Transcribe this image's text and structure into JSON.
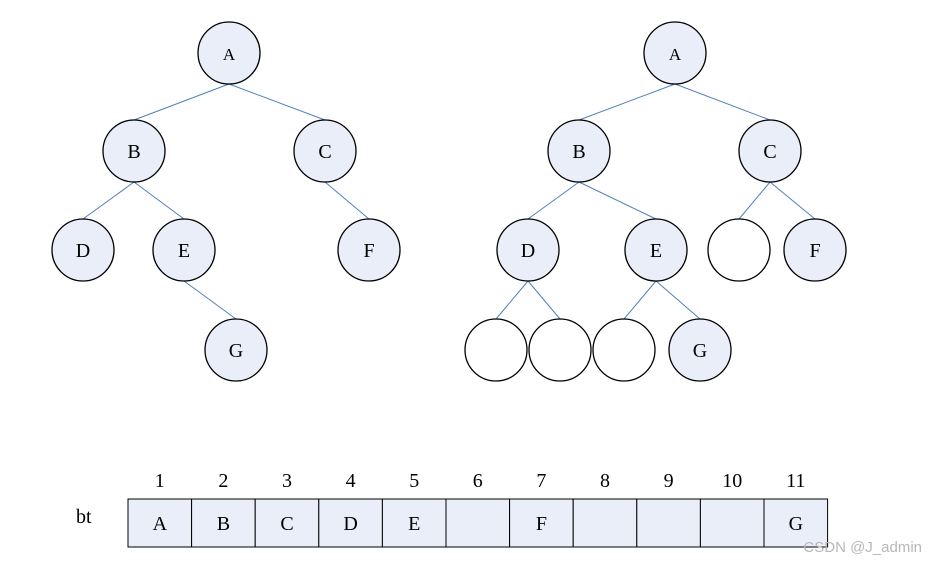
{
  "node_fill": "#e9eef8",
  "empty_fill": "#ffffff",
  "edge_color": "#4f81bd",
  "left_tree": {
    "nodes": [
      {
        "id": "A",
        "label": "A"
      },
      {
        "id": "B",
        "label": "B"
      },
      {
        "id": "C",
        "label": "C"
      },
      {
        "id": "D",
        "label": "D"
      },
      {
        "id": "E",
        "label": "E"
      },
      {
        "id": "F",
        "label": "F"
      },
      {
        "id": "G",
        "label": "G"
      }
    ],
    "edges": [
      [
        "A",
        "B"
      ],
      [
        "A",
        "C"
      ],
      [
        "B",
        "D"
      ],
      [
        "B",
        "E"
      ],
      [
        "C",
        "F"
      ],
      [
        "E",
        "G"
      ]
    ]
  },
  "right_tree": {
    "nodes": [
      {
        "id": "A",
        "label": "A"
      },
      {
        "id": "B",
        "label": "B"
      },
      {
        "id": "C",
        "label": "C"
      },
      {
        "id": "D",
        "label": "D"
      },
      {
        "id": "E",
        "label": "E"
      },
      {
        "id": "C_left",
        "label": ""
      },
      {
        "id": "F",
        "label": "F"
      },
      {
        "id": "D_left",
        "label": ""
      },
      {
        "id": "D_right",
        "label": ""
      },
      {
        "id": "E_left",
        "label": ""
      },
      {
        "id": "G",
        "label": "G"
      }
    ],
    "edges": [
      [
        "A",
        "B"
      ],
      [
        "A",
        "C"
      ],
      [
        "B",
        "D"
      ],
      [
        "B",
        "E"
      ],
      [
        "C",
        "C_left"
      ],
      [
        "C",
        "F"
      ],
      [
        "D",
        "D_left"
      ],
      [
        "D",
        "D_right"
      ],
      [
        "E",
        "E_left"
      ],
      [
        "E",
        "G"
      ]
    ]
  },
  "array": {
    "name": "bt",
    "indices": [
      "1",
      "2",
      "3",
      "4",
      "5",
      "6",
      "7",
      "8",
      "9",
      "10",
      "11"
    ],
    "cells": [
      "A",
      "B",
      "C",
      "D",
      "E",
      "",
      "F",
      "",
      "",
      "",
      "G"
    ]
  },
  "watermark": "CSDN @J_admin"
}
